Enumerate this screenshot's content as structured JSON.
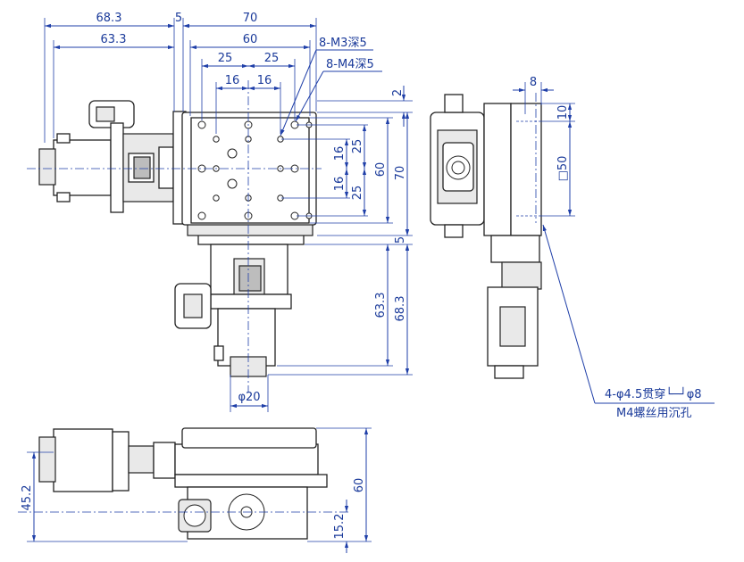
{
  "top_view": {
    "dims": {
      "d68_3": "68.3",
      "d5": "5",
      "d70": "70",
      "d63_3": "63.3",
      "d60": "60",
      "d25a": "25",
      "d25b": "25",
      "d16a": "16",
      "d16b": "16",
      "m3": "8-M3深5",
      "m4": "8-M4深5",
      "r2": "2",
      "r16a": "16",
      "r16b": "16",
      "r25a": "25",
      "r25b": "25",
      "r60": "60",
      "r70": "70",
      "r5": "5",
      "r63_3": "63.3",
      "r68_3": "68.3",
      "phi20": "φ20"
    }
  },
  "side_view": {
    "dims": {
      "d8": "8",
      "d10": "10",
      "sq50": "□50"
    }
  },
  "front_view": {
    "dims": {
      "d45_2": "45.2",
      "d60": "60",
      "d15_2": "15.2"
    }
  },
  "callout": {
    "line1": "4-φ4.5贯穿└─┘φ8",
    "line2": "M4螺丝用沉孔"
  }
}
